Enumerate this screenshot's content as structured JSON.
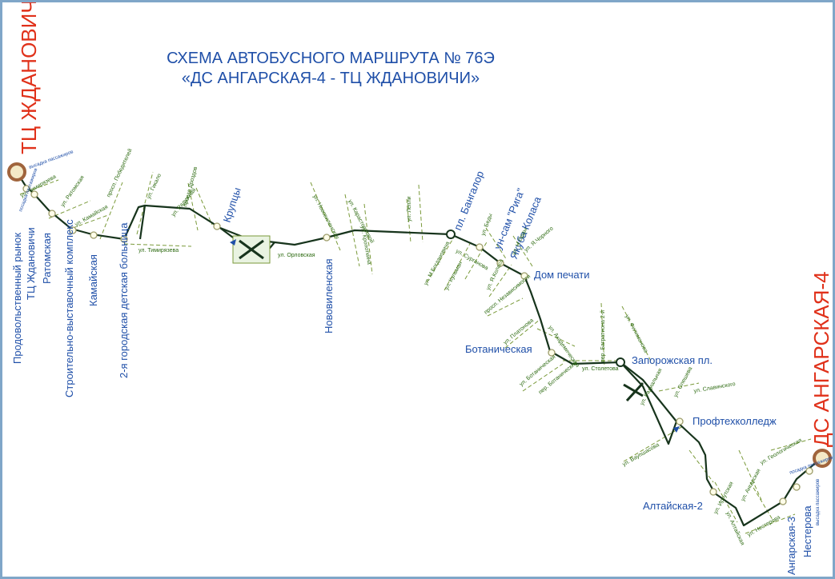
{
  "title": {
    "line1": "СХЕМА АВТОБУСНОГО МАРШРУТА № 76Э",
    "line2": "«ДС АНГАРСКАЯ-4 -  ТЦ ЖДАНОВИЧИ»"
  },
  "terminals": {
    "start": "ТЦ ЖДАНОВИЧИ",
    "end": "ДС АНГАРСКАЯ-4"
  },
  "stops": [
    "Продовольственный рынок",
    "ТЦ Ждановичи",
    "Ратомская",
    "Строительно-выставочный комплекс",
    "Камайская",
    "2-я городская детская больница",
    "Крупцы",
    "Нововиленская",
    "пл. Бангалор",
    "ун-сам \"Рига\"",
    "Якуба Коласа",
    "Дом печати",
    "Ботаническая",
    "Запорожская пл.",
    "Профтехколледж",
    "Алтайская-2",
    "Ангарская-3",
    "Нестерова"
  ],
  "streets": [
    "ул. Тимирязева",
    "ул. Ратомская",
    "ул. Камайская",
    "просп. Победителей",
    "ул. Тимирязева",
    "ул. Гикало",
    "ул. Радужная",
    "проезд Дроздов",
    "ул. Орловская",
    "ул. Нововиленская",
    "ул. Карастояновой",
    "ул. Кропоткина",
    "ул. Лепли",
    "ул. М.Богдановича",
    "ул. Кульман",
    "ул. Сурганова",
    "ул. Беды",
    "ул. Я.Коласа",
    "ул. Н.Орды",
    "ул. Я.Чорного",
    "просп. Независимости",
    "ул. Платонова",
    "ул. Ботаническая",
    "пер. Ботанический",
    "ул. Академическая",
    "ул. Столетова",
    "пер. Багратиона 2-й",
    "ул. Филимонова",
    "ул. Радиальная",
    "ул. Ваупшасова",
    "ул. Олешева",
    "ул. Славинского",
    "ул. Иркутская",
    "ул. Ангарская",
    "ул. Нестерова",
    "ул. Геологическая",
    "ул. Алтайская"
  ],
  "notes": {
    "boarding": "посадка пассажиров",
    "alighting": "высадка пассажиров"
  }
}
